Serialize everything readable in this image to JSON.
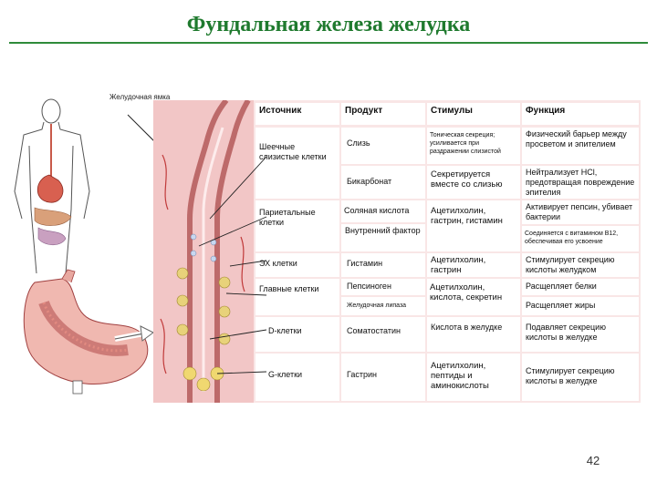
{
  "title": "Фундальная железа желудка",
  "page_number": "42",
  "figure_label": "Желудочная ямка",
  "table": {
    "headers": {
      "source": "Источник",
      "product": "Продукт",
      "stimuli": "Стимулы",
      "function": "Функция"
    },
    "rows": [
      {
        "source": "Шеечные слизистые клетки",
        "product": "Слизь",
        "stimuli": "Тоническая секреция; усиливается при раздражении слизистой",
        "function": "Физический барьер между просветом и эпителием"
      },
      {
        "source": "",
        "product": "Бикарбонат",
        "stimuli": "Секретируется вместе со слизью",
        "function": "Нейтрализует HCl, предотвращая повреждение эпителия"
      },
      {
        "source": "Париетальные клетки",
        "product": "Соляная кислота",
        "stimuli": "Ацетилхолин, гастрин, гистамин",
        "function": "Активирует пепсин, убивает бактерии"
      },
      {
        "source": "",
        "product": "Внутренний фактор",
        "stimuli": "",
        "function": "Соединяется с витамином B12, обеспечивая его усвоение"
      },
      {
        "source": "ЭХ клетки",
        "product": "Гистамин",
        "stimuli": "Ацетилхолин, гастрин",
        "function": "Стимулирует секрецию кислоты желудком"
      },
      {
        "source": "Главные клетки",
        "product": "Пепсиноген",
        "stimuli": "Ацетилхолин, кислота, секретин",
        "function": "Расщепляет белки"
      },
      {
        "source": "",
        "product": "Желудочная липаза",
        "stimuli": "",
        "function": "Расщепляет жиры"
      },
      {
        "source": "D-клетки",
        "product": "Соматостатин",
        "stimuli": "Кислота в желудке",
        "function": "Подавляет секрецию кислоты в желудке"
      },
      {
        "source": "G-клетки",
        "product": "Гастрин",
        "stimuli": "Ацетилхолин, пептиды и аминокислоты",
        "function": "Стимулирует секрецию кислоты в желудке"
      }
    ]
  },
  "colors": {
    "title": "#1f7a2e",
    "panel": "#f9e6e6",
    "cell": "#ffffff",
    "grid": "#c9b4b4"
  }
}
